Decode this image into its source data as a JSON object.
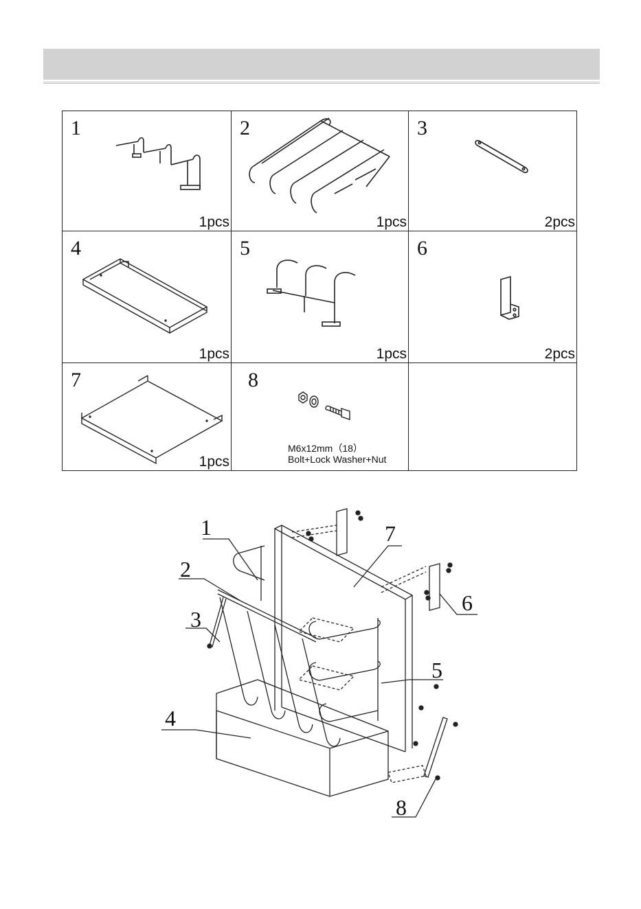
{
  "parts": [
    {
      "number": "1",
      "qty": "1pcs",
      "icon": "three-hook-rail-icon"
    },
    {
      "number": "2",
      "qty": "1pcs",
      "icon": "bent-tube-rack-icon"
    },
    {
      "number": "3",
      "qty": "2pcs",
      "icon": "flat-link-bar-icon"
    },
    {
      "number": "4",
      "qty": "1pcs",
      "icon": "base-tray-icon"
    },
    {
      "number": "5",
      "qty": "1pcs",
      "icon": "curved-hook-rail-icon"
    },
    {
      "number": "6",
      "qty": "2pcs",
      "icon": "l-bracket-icon"
    },
    {
      "number": "7",
      "qty": "1pcs",
      "icon": "back-panel-icon"
    },
    {
      "number": "8",
      "spec_line1": "M6x12mm（18）",
      "spec_line2": "Bolt+Lock Washer+Nut",
      "icon": "bolt-washer-nut-icon"
    }
  ],
  "callouts": {
    "c1": "1",
    "c2": "2",
    "c3": "3",
    "c4": "4",
    "c5": "5",
    "c6": "6",
    "c7": "7",
    "c8": "8"
  }
}
